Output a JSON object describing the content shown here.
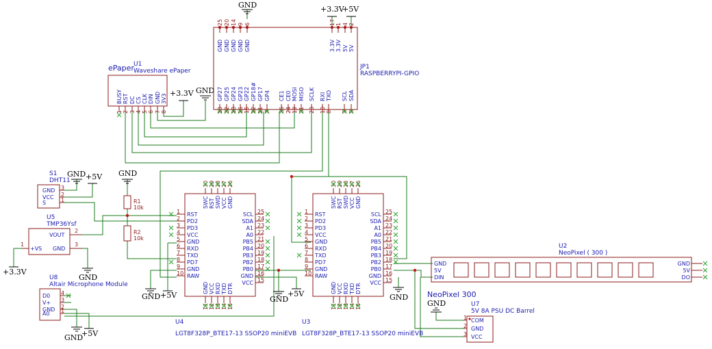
{
  "power": {
    "gnd": "GND",
    "p33": "+3.3V",
    "p5": "+5V"
  },
  "jp1": {
    "name": "JP1",
    "value": "RASPBERRYPI-GPIO",
    "top": [
      {
        "n": "25",
        "l": "GND"
      },
      {
        "n": "20",
        "l": "GND"
      },
      {
        "n": "14",
        "l": "GND"
      },
      {
        "n": "9",
        "l": "GND"
      },
      {
        "n": "6",
        "l": "GND"
      },
      {
        "n": "17",
        "l": "3.3V"
      },
      {
        "n": "1",
        "l": "3.3V"
      },
      {
        "n": "4",
        "l": "5V"
      },
      {
        "n": "2",
        "l": "5V"
      }
    ],
    "bottom": [
      {
        "n": "13",
        "l": "GP27"
      },
      {
        "n": "22",
        "l": "GP25"
      },
      {
        "n": "18",
        "l": "GP24"
      },
      {
        "n": "16",
        "l": "GP23"
      },
      {
        "n": "15",
        "l": "GP22"
      },
      {
        "n": "12",
        "l": "GP18#"
      },
      {
        "n": "11",
        "l": "GP17"
      },
      {
        "n": "7",
        "l": "GP4"
      },
      {
        "n": "26",
        "l": "CE1"
      },
      {
        "n": "24",
        "l": "CE0"
      },
      {
        "n": "19",
        "l": "MOSI"
      },
      {
        "n": "21",
        "l": "MISO"
      },
      {
        "n": "23",
        "l": "SCLK"
      },
      {
        "n": "10",
        "l": "RXI"
      },
      {
        "n": "8",
        "l": "TXO"
      },
      {
        "n": "3",
        "l": "SCL"
      },
      {
        "n": "5",
        "l": "SDA"
      }
    ]
  },
  "u1": {
    "name": "U1",
    "value": "Waveshare ePaper",
    "title": "ePaper",
    "pins": [
      {
        "n": "1",
        "l": "BUSY"
      },
      {
        "n": "2",
        "l": "RST"
      },
      {
        "n": "3",
        "l": "DC"
      },
      {
        "n": "4",
        "l": "CS"
      },
      {
        "n": "5",
        "l": "CLK"
      },
      {
        "n": "6",
        "l": "DIN"
      },
      {
        "n": "7",
        "l": "GND"
      },
      {
        "n": "8",
        "l": "3V3"
      }
    ]
  },
  "s1": {
    "name": "S1",
    "value": "DHT11",
    "pins": [
      {
        "n": "3",
        "l": "GND"
      },
      {
        "n": "2",
        "l": "VCC"
      },
      {
        "n": "1",
        "l": "S"
      }
    ]
  },
  "u5": {
    "name": "U5",
    "value": "TMP36Ysf",
    "pins": [
      {
        "n": "1",
        "l": "+VS"
      },
      {
        "n": "2",
        "l": "VOUT"
      },
      {
        "n": "3",
        "l": "GND"
      }
    ]
  },
  "r1": {
    "name": "R1",
    "value": "10k"
  },
  "r2": {
    "name": "R2",
    "value": "10k"
  },
  "u8": {
    "name": "U8",
    "value": "Altair Microphone Module",
    "pins": [
      {
        "n": "4",
        "l": "D0"
      },
      {
        "n": "3",
        "l": "V+"
      },
      {
        "n": "2",
        "l": "GND"
      },
      {
        "n": "1",
        "l": "A0"
      }
    ]
  },
  "mcu": {
    "value": "LGT8F328P_BTE17-13 SSOP20 miniEVB",
    "top": [
      {
        "n": "30",
        "l": "SWC"
      },
      {
        "n": "29",
        "l": "RST"
      },
      {
        "n": "28",
        "l": "SWD"
      },
      {
        "n": "27",
        "l": "VCC"
      },
      {
        "n": "26",
        "l": "GND"
      }
    ],
    "left": [
      {
        "n": "1",
        "l": "RST"
      },
      {
        "n": "2",
        "l": "PD2"
      },
      {
        "n": "3",
        "l": "PD3"
      },
      {
        "n": "4",
        "l": "VCC"
      },
      {
        "n": "5",
        "l": "GND"
      },
      {
        "n": "6",
        "l": "RXD"
      },
      {
        "n": "7",
        "l": "TXD"
      },
      {
        "n": "8",
        "l": "PD7"
      },
      {
        "n": "9",
        "l": "GND"
      },
      {
        "n": "10",
        "l": "RAW"
      }
    ],
    "right": [
      {
        "n": "25",
        "l": "SCL"
      },
      {
        "n": "24",
        "l": "SDA"
      },
      {
        "n": "23",
        "l": "A1"
      },
      {
        "n": "22",
        "l": "A0"
      },
      {
        "n": "21",
        "l": "PB5"
      },
      {
        "n": "20",
        "l": "PB4"
      },
      {
        "n": "19",
        "l": "PB3"
      },
      {
        "n": "18",
        "l": "PB2"
      },
      {
        "n": "17",
        "l": "PB0"
      },
      {
        "n": "16",
        "l": "GND"
      },
      {
        "n": "15",
        "l": "VCC"
      }
    ],
    "bottom": [
      {
        "n": "11",
        "l": "GND"
      },
      {
        "n": "12",
        "l": "VCC"
      },
      {
        "n": "13",
        "l": "RXD"
      },
      {
        "n": "14",
        "l": "TXD"
      },
      {
        "n": "15",
        "l": "DTR"
      }
    ]
  },
  "u4": {
    "name": "U4"
  },
  "u3": {
    "name": "U3"
  },
  "u2": {
    "name": "U2",
    "value": "NeoPixel ( 300 )",
    "left": [
      "GND",
      "5V",
      "DIN"
    ],
    "right": [
      "GND",
      "5V",
      "DO"
    ]
  },
  "u7": {
    "name": "U7",
    "value": "5V 8A PSU DC Barrel",
    "title": "NeoPixel 300",
    "pins": [
      {
        "n": "1",
        "l": "COM"
      },
      {
        "n": "2",
        "l": "GND"
      },
      {
        "n": "3",
        "l": "VCC"
      }
    ]
  }
}
